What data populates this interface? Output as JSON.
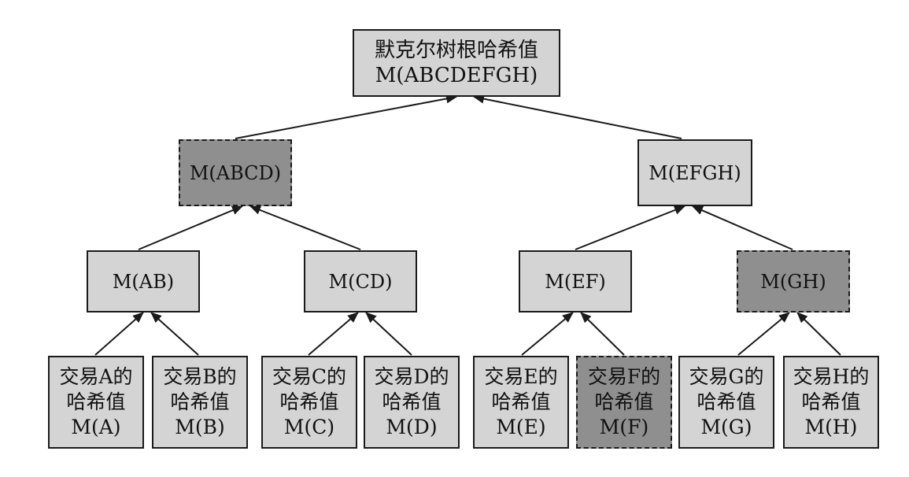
{
  "root": {
    "line1": "默克尔树根哈希值",
    "line2": "M(ABCDEFGH)"
  },
  "level1": {
    "abcd": "M(ABCD)",
    "efgh": "M(EFGH)"
  },
  "level2": {
    "ab": "M(AB)",
    "cd": "M(CD)",
    "ef": "M(EF)",
    "gh": "M(GH)"
  },
  "leaves": [
    {
      "line1": "交易A的",
      "line2": "哈希值",
      "line3": "M(A)"
    },
    {
      "line1": "交易B的",
      "line2": "哈希值",
      "line3": "M(B)"
    },
    {
      "line1": "交易C的",
      "line2": "哈希值",
      "line3": "M(C)"
    },
    {
      "line1": "交易D的",
      "line2": "哈希值",
      "line3": "M(D)"
    },
    {
      "line1": "交易E的",
      "line2": "哈希值",
      "line3": "M(E)"
    },
    {
      "line1": "交易F的",
      "line2": "哈希值",
      "line3": "M(F)"
    },
    {
      "line1": "交易G的",
      "line2": "哈希值",
      "line3": "M(G)"
    },
    {
      "line1": "交易H的",
      "line2": "哈希值",
      "line3": "M(H)"
    }
  ],
  "colors": {
    "light_fill": "#d4d4d4",
    "dark_fill": "#8f8f8f",
    "stroke": "#1a1a1a"
  }
}
